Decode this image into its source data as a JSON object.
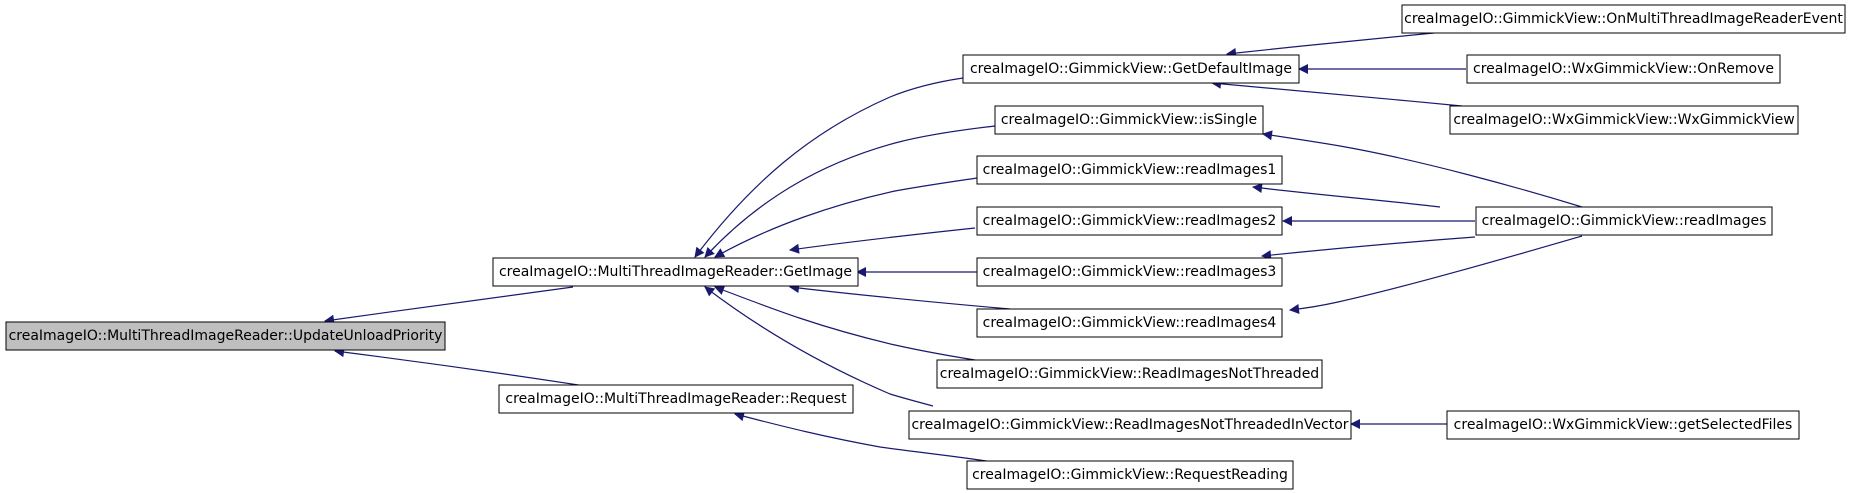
{
  "colors": {
    "edge": "#191970",
    "node_fill": "#ffffff",
    "highlight_fill": "#bfbfbf",
    "border": "#000000"
  },
  "nodes": {
    "update_unload_priority": {
      "label": "creaImageIO::MultiThreadImageReader::UpdateUnloadPriority",
      "highlighted": true
    },
    "get_image": {
      "label": "creaImageIO::MultiThreadImageReader::GetImage"
    },
    "request": {
      "label": "creaImageIO::MultiThreadImageReader::Request"
    },
    "get_default_image": {
      "label": "creaImageIO::GimmickView::GetDefaultImage"
    },
    "is_single": {
      "label": "creaImageIO::GimmickView::isSingle"
    },
    "read_images1": {
      "label": "creaImageIO::GimmickView::readImages1"
    },
    "read_images2": {
      "label": "creaImageIO::GimmickView::readImages2"
    },
    "read_images3": {
      "label": "creaImageIO::GimmickView::readImages3"
    },
    "read_images4": {
      "label": "creaImageIO::GimmickView::readImages4"
    },
    "read_images_not_threaded": {
      "label": "creaImageIO::GimmickView::ReadImagesNotThreaded"
    },
    "read_images_not_threaded_in_vector": {
      "label": "creaImageIO::GimmickView::ReadImagesNotThreadedInVector"
    },
    "request_reading": {
      "label": "creaImageIO::GimmickView::RequestReading"
    },
    "on_multithread_image_reader_event": {
      "label": "creaImageIO::GimmickView::OnMultiThreadImageReaderEvent"
    },
    "wx_on_remove": {
      "label": "creaImageIO::WxGimmickView::OnRemove"
    },
    "wx_gimmick_view": {
      "label": "creaImageIO::WxGimmickView::WxGimmickView"
    },
    "read_images": {
      "label": "creaImageIO::GimmickView::readImages"
    },
    "wx_get_selected_files": {
      "label": "creaImageIO::WxGimmickView::getSelectedFiles"
    }
  },
  "edges": [
    {
      "from": "get_image",
      "to": "update_unload_priority"
    },
    {
      "from": "request",
      "to": "update_unload_priority"
    },
    {
      "from": "get_default_image",
      "to": "get_image"
    },
    {
      "from": "is_single",
      "to": "get_image"
    },
    {
      "from": "read_images1",
      "to": "get_image"
    },
    {
      "from": "read_images2",
      "to": "get_image"
    },
    {
      "from": "read_images3",
      "to": "get_image"
    },
    {
      "from": "read_images4",
      "to": "get_image"
    },
    {
      "from": "read_images_not_threaded",
      "to": "get_image"
    },
    {
      "from": "read_images_not_threaded_in_vector",
      "to": "get_image"
    },
    {
      "from": "request_reading",
      "to": "request"
    },
    {
      "from": "on_multithread_image_reader_event",
      "to": "get_default_image"
    },
    {
      "from": "wx_on_remove",
      "to": "get_default_image"
    },
    {
      "from": "wx_gimmick_view",
      "to": "get_default_image"
    },
    {
      "from": "read_images",
      "to": "is_single"
    },
    {
      "from": "read_images",
      "to": "read_images1"
    },
    {
      "from": "read_images",
      "to": "read_images2"
    },
    {
      "from": "read_images",
      "to": "read_images3"
    },
    {
      "from": "read_images",
      "to": "read_images4"
    },
    {
      "from": "wx_get_selected_files",
      "to": "read_images_not_threaded_in_vector"
    }
  ]
}
